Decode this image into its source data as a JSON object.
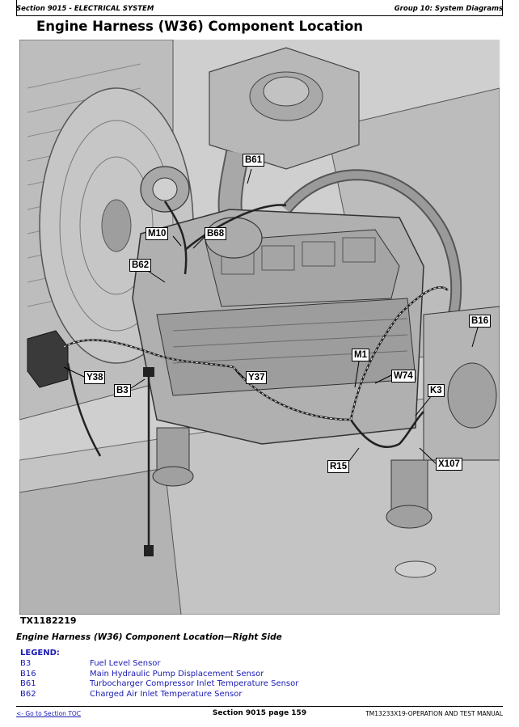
{
  "header": {
    "left": "Section 9015 - ELECTRICAL SYSTEM",
    "right": "Group 10: System Diagrams"
  },
  "title": "Engine Harness (W36) Component Location",
  "figure": {
    "id": "TX1182219",
    "callouts": [
      "B61",
      "M10",
      "B68",
      "B62",
      "B16",
      "M1",
      "W74",
      "Y38",
      "B3",
      "Y37",
      "K3",
      "X107",
      "R15"
    ]
  },
  "caption": "Engine Harness (W36) Component Location—Right Side",
  "legend": {
    "heading": "LEGEND:",
    "items": [
      {
        "code": "B3",
        "desc": "Fuel Level Sensor"
      },
      {
        "code": "B16",
        "desc": "Main Hydraulic Pump Displacement Sensor"
      },
      {
        "code": "B61",
        "desc": "Turbocharger Compressor Inlet Temperature Sensor"
      },
      {
        "code": "B62",
        "desc": "Charged Air Inlet Temperature Sensor"
      }
    ]
  },
  "footer": {
    "left": "<- Go to Section TOC",
    "middle": "Section 9015 page 159",
    "right": "TM13233X19-OPERATION AND TEST MANUAL"
  }
}
